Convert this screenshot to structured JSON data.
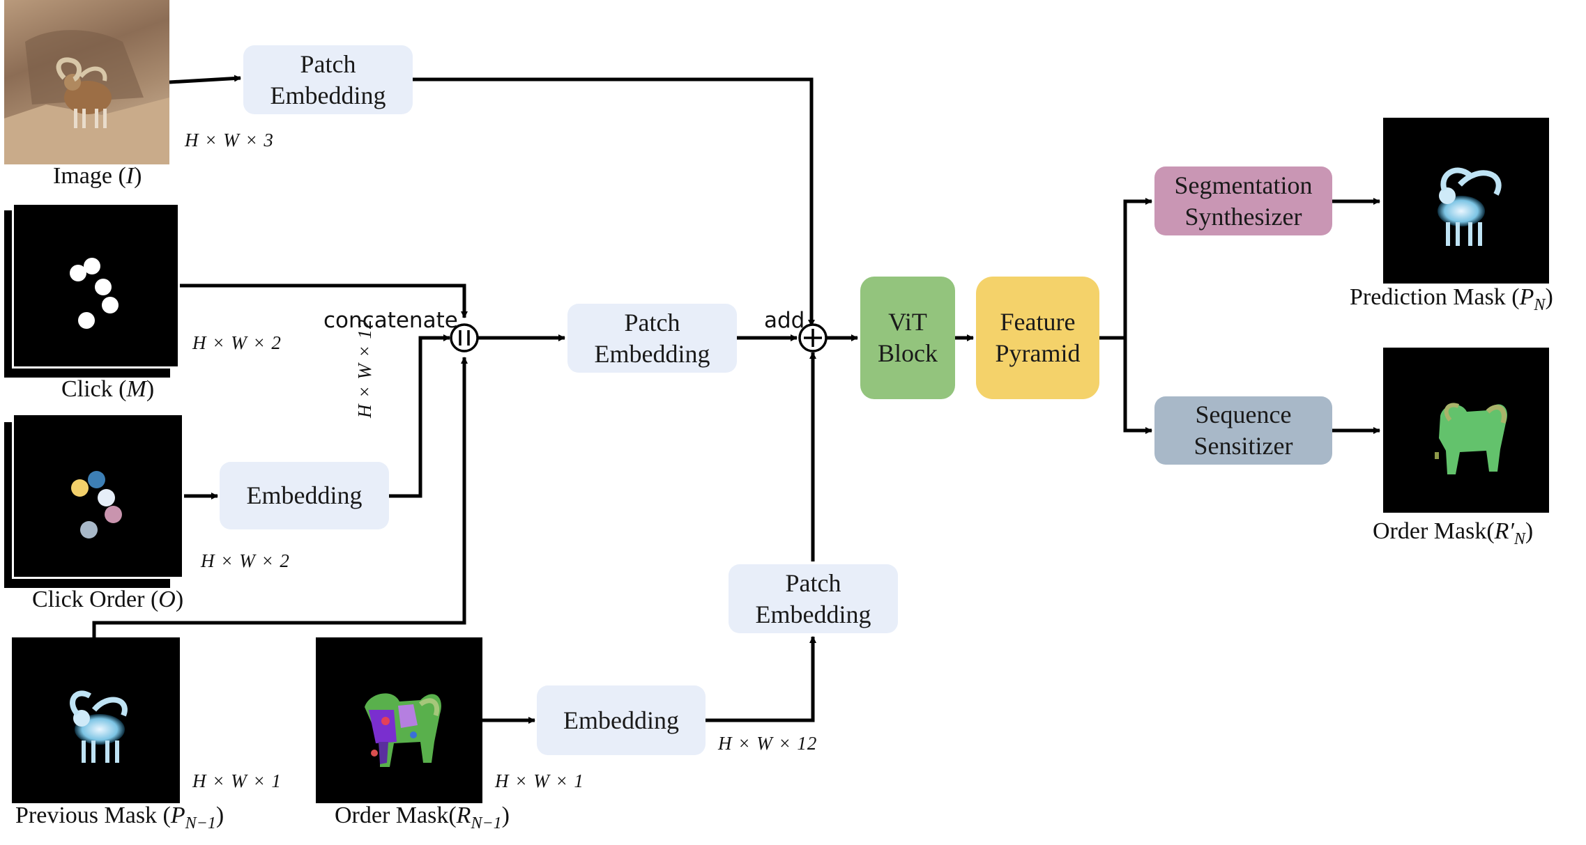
{
  "nodes": {
    "patch_embedding_top": [
      "Patch",
      "Embedding"
    ],
    "patch_embedding_mid": [
      "Patch",
      "Embedding"
    ],
    "patch_embedding_bottom": [
      "Patch",
      "Embedding"
    ],
    "embedding_click_order": "Embedding",
    "embedding_order_mask": "Embedding",
    "vit_block": [
      "ViT",
      "Block"
    ],
    "feature_pyramid": [
      "Feature",
      "Pyramid"
    ],
    "segmentation_synthesizer": [
      "Segmentation",
      "Synthesizer"
    ],
    "sequence_sensitizer": [
      "Sequence",
      "Sensitizer"
    ]
  },
  "operators": {
    "concatenate": "concatenate",
    "add": "add"
  },
  "dimensions": {
    "image": "H × W × 3",
    "click": "H × W × 2",
    "concat": "H × W × 12",
    "click_order": "H × W × 2",
    "previous_mask": "H × W × 1",
    "order_mask_in": "H × W × 1",
    "order_embedding": "H × W × 12"
  },
  "captions": {
    "image": {
      "text": "Image (",
      "sym": "I",
      "end": ")"
    },
    "click": {
      "text": "Click (",
      "sym": "M",
      "end": ")"
    },
    "click_order": {
      "text": "Click Order (",
      "sym": "O",
      "end": ")"
    },
    "previous_mask": {
      "text": "Previous Mask (",
      "sym": "P",
      "sub": "N−1",
      "end": ")"
    },
    "order_mask_in": {
      "text": "Order Mask(",
      "sym": "R",
      "sub": "N−1",
      "end": ")"
    },
    "prediction_mask": {
      "text": "Prediction Mask (",
      "sym": "P",
      "sub": "N",
      "end": ")"
    },
    "order_mask_out": {
      "text": "Order Mask(",
      "sym": "R′",
      "sub": "N",
      "end": ")"
    }
  },
  "colors": {
    "embedding_box": "#e8eef9",
    "vit_block": "#93c47d",
    "feature_pyramid": "#f4d26a",
    "segmentation_synthesizer": "#c996b4",
    "sequence_sensitizer": "#a8b8c8",
    "click_order_dots": [
      "#f2d06b",
      "#3d7fb5",
      "#e6eef8",
      "#c994ae",
      "#a8b8c8"
    ]
  },
  "icons": {
    "concat_node": "circled-parallel-icon",
    "add_node": "circled-plus-icon"
  }
}
